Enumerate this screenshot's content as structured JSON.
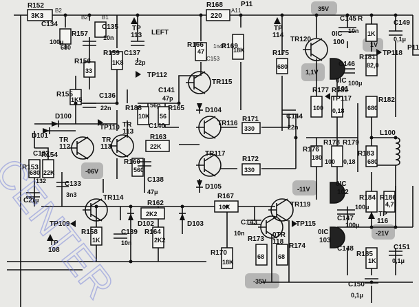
{
  "labels": {
    "r152": "R152",
    "r152v": "3K3",
    "b2a": "B2",
    "r168": "R168",
    "r168v": "220",
    "a1": "A1",
    "one": "1",
    "p11": "P11",
    "p11b": "P11",
    "c134": "C134",
    "c134v": "100μ",
    "r157": "R157",
    "r157v": "680",
    "b2b": "B2",
    "c135": "C135",
    "c135v": "10n",
    "b1a": "B1",
    "tp113": "TP",
    "tp113n": "113",
    "left": "LEFT",
    "r166": "R166",
    "r166v": "47",
    "c153": "C153",
    "c153v": "1n47",
    "r169": "R169",
    "r169v": "18K",
    "tp114": "TP",
    "tp114n": "114",
    "v35a": "35V",
    "tr120": "TR120",
    "oic100": "0IC",
    "oic100n": "100",
    "c145": "C145",
    "c145v": "10n",
    "r": "R",
    "r1k": "1K",
    "c149": "C149",
    "c149v": "0,1μ",
    "v1": "1V",
    "tp118": "TP118",
    "r156": "R156",
    "r156v": "33",
    "r159": "R159",
    "r159v": "1K8",
    "c137": "C137",
    "c137v": "22p",
    "tp112": "TP112",
    "r175": "R175",
    "r175v": "680",
    "v11": "1,1V",
    "oic101": "0IC",
    "oic101n": "101",
    "r181": "R181",
    "r181v": "82,0",
    "c146": "C146",
    "c146v": "100μ",
    "c141": "C141",
    "c141v": "47p",
    "tr115": "TR115",
    "r155": "R155",
    "r155v": "1K5",
    "c136": "C136",
    "c136v": "22n",
    "r177": "R177",
    "r177v": "100",
    "r180": "R180",
    "r180v": "0,18",
    "tp117": "TP117",
    "d100": "D100",
    "d104": "D104",
    "r188": "R188",
    "r188v": "10K",
    "r165": "R165",
    "r165v": "56",
    "c140": "C140",
    "c140v": "56p",
    "tp110": "TP110",
    "tr116": "TR116",
    "r171": "R171",
    "r171v": "330",
    "c144": "C144",
    "c144v": "22n",
    "r182": "R182",
    "r182v": "680",
    "d101": "D101",
    "tr112": "TR",
    "tr112n": "112",
    "tr113": "TR",
    "tr113n": "113",
    "tr_a": "TR",
    "tr_an": "113",
    "r163": "R163",
    "r163v": "22K",
    "l100": "L100",
    "c132": "C132",
    "r153": "R153",
    "r153v": "680",
    "r154": "R154",
    "r154v": "22K",
    "c132v": "132",
    "v06": "-06V",
    "c133": "C133",
    "c133v": "3n3",
    "r160": "R160",
    "r160v": "560",
    "c138": "C138",
    "c138v": "47μ",
    "tr117": "TR117",
    "r172": "R172",
    "r172v": "330",
    "r176": "R176",
    "r176v": "180",
    "r178": "R178",
    "r178v": "100",
    "r179": "R179",
    "r179v": "0,18",
    "r183": "R183",
    "r183v": "680",
    "d105": "D105",
    "v11n": "-11V",
    "oic102": "0IC",
    "oic102n": "102",
    "tr114": "TR114",
    "r162": "R162",
    "r162v": "2K2",
    "r167": "R167",
    "r167v": "10K",
    "tr119": "TR119",
    "r184": "R184",
    "r184v": "100μ",
    "r186": "R186",
    "r186v": "4,7",
    "tp109": "TP109",
    "d102": "D102",
    "d103": "D103",
    "c143": "C143",
    "tp115": "TP115",
    "c147": "C147",
    "c147v": "100μ",
    "tp116": "TP",
    "tp116n": "116",
    "c139": "C139",
    "c139v": "10n",
    "r158": "R158",
    "r158v": "1K",
    "r164": "R164",
    "r164v": "2K2",
    "r170": "R170",
    "r170v": "18K",
    "c143v": "10n",
    "r173": "R173",
    "r173v": "68",
    "tr118": "0TR",
    "tr118n": "118",
    "r174": "R174",
    "r174v": "68",
    "oic103": "0IC",
    "oic103n": "103",
    "v21": "-21V",
    "c148": "C148",
    "r185": "R185",
    "r185v": "1K",
    "c151": "C151",
    "c151v": "0,1μ",
    "tp108": "TP",
    "tp108n": "108",
    "c21": "C2",
    "c21v": "1μ",
    "v35b": "-35V",
    "c150": "C150",
    "c150v": "0,1μ"
  },
  "watermark": "CENTER"
}
